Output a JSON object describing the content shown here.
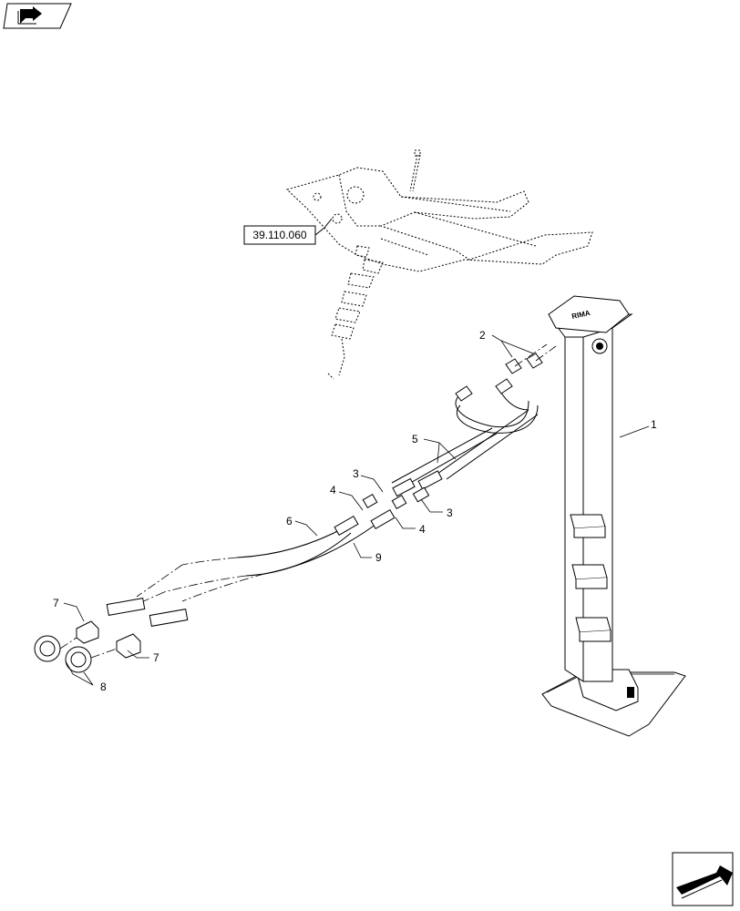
{
  "reference_box": {
    "label": "39.110.060"
  },
  "callouts": [
    {
      "id": "c1",
      "text": "1"
    },
    {
      "id": "c2",
      "text": "2"
    },
    {
      "id": "c3a",
      "text": "3"
    },
    {
      "id": "c3b",
      "text": "3"
    },
    {
      "id": "c4a",
      "text": "4"
    },
    {
      "id": "c4b",
      "text": "4"
    },
    {
      "id": "c5",
      "text": "5"
    },
    {
      "id": "c6",
      "text": "6"
    },
    {
      "id": "c7a",
      "text": "7"
    },
    {
      "id": "c7b",
      "text": "7"
    },
    {
      "id": "c8",
      "text": "8"
    },
    {
      "id": "c9",
      "text": "9"
    }
  ],
  "jack_brand": "RIMA",
  "icons": {
    "top_left": "book-arrow-icon",
    "bottom_right": "next-page-arrow-icon"
  }
}
